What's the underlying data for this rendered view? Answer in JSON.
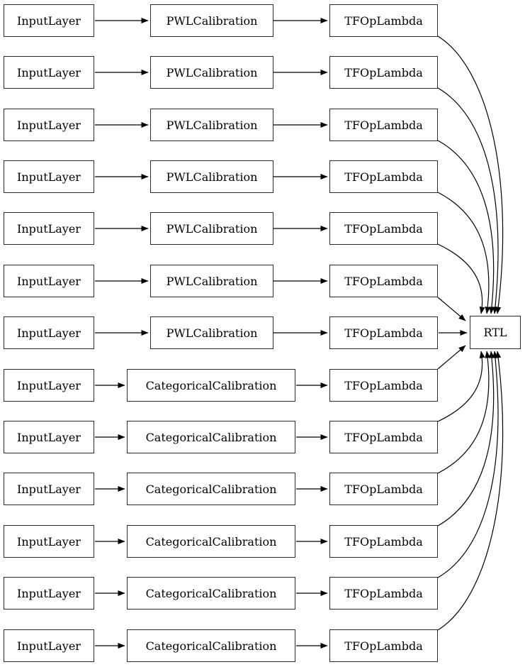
{
  "colors": {
    "background": "#ffffff",
    "node_fill": "#ffffff",
    "node_border": "#2b2b2b",
    "edge": "#000000",
    "text": "#000000"
  },
  "output_node": {
    "label": "RTL"
  },
  "rows": [
    {
      "input": "InputLayer",
      "calibration": "PWLCalibration",
      "calibration_type": "pwl",
      "lambda": "TFOpLambda"
    },
    {
      "input": "InputLayer",
      "calibration": "PWLCalibration",
      "calibration_type": "pwl",
      "lambda": "TFOpLambda"
    },
    {
      "input": "InputLayer",
      "calibration": "PWLCalibration",
      "calibration_type": "pwl",
      "lambda": "TFOpLambda"
    },
    {
      "input": "InputLayer",
      "calibration": "PWLCalibration",
      "calibration_type": "pwl",
      "lambda": "TFOpLambda"
    },
    {
      "input": "InputLayer",
      "calibration": "PWLCalibration",
      "calibration_type": "pwl",
      "lambda": "TFOpLambda"
    },
    {
      "input": "InputLayer",
      "calibration": "PWLCalibration",
      "calibration_type": "pwl",
      "lambda": "TFOpLambda"
    },
    {
      "input": "InputLayer",
      "calibration": "PWLCalibration",
      "calibration_type": "pwl",
      "lambda": "TFOpLambda"
    },
    {
      "input": "InputLayer",
      "calibration": "CategoricalCalibration",
      "calibration_type": "categorical",
      "lambda": "TFOpLambda"
    },
    {
      "input": "InputLayer",
      "calibration": "CategoricalCalibration",
      "calibration_type": "categorical",
      "lambda": "TFOpLambda"
    },
    {
      "input": "InputLayer",
      "calibration": "CategoricalCalibration",
      "calibration_type": "categorical",
      "lambda": "TFOpLambda"
    },
    {
      "input": "InputLayer",
      "calibration": "CategoricalCalibration",
      "calibration_type": "categorical",
      "lambda": "TFOpLambda"
    },
    {
      "input": "InputLayer",
      "calibration": "CategoricalCalibration",
      "calibration_type": "categorical",
      "lambda": "TFOpLambda"
    },
    {
      "input": "InputLayer",
      "calibration": "CategoricalCalibration",
      "calibration_type": "categorical",
      "lambda": "TFOpLambda"
    }
  ]
}
